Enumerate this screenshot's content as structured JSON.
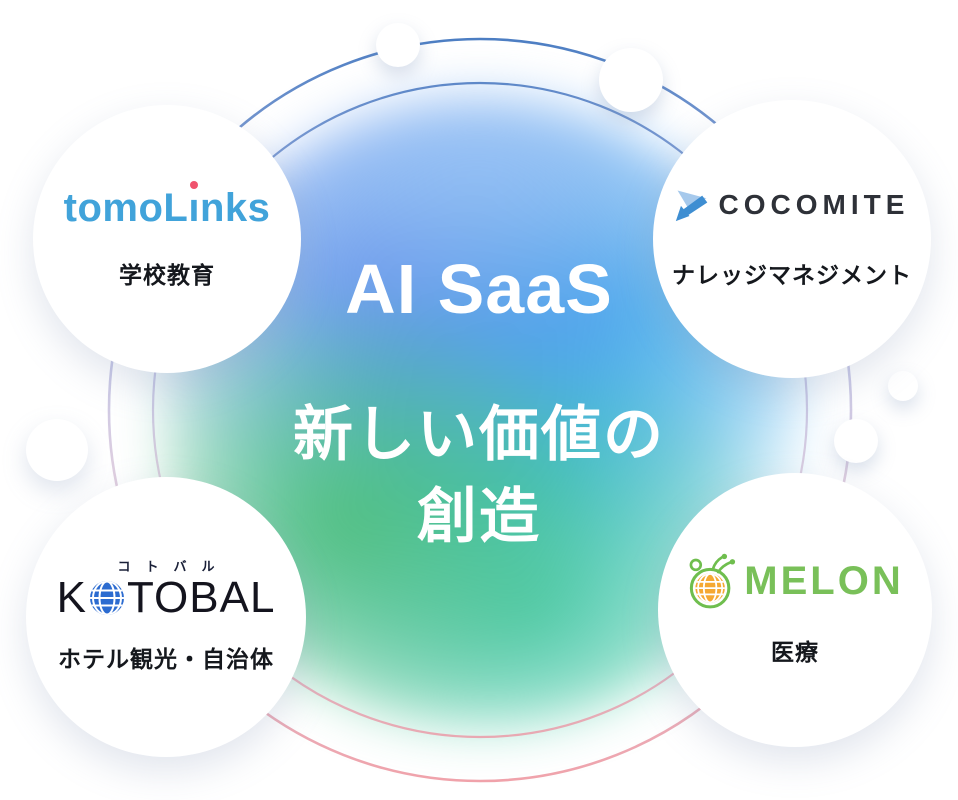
{
  "center": {
    "line1": "AI SaaS",
    "line2": "新しい価値の",
    "line3": "創造"
  },
  "products": {
    "tomolinks": {
      "brand_full": "tomoLinks",
      "brand_pre": "tomoL",
      "brand_i": "ı",
      "brand_post": "nks",
      "brand_color": "#41A3DA",
      "dot_color": "#F0536E",
      "category": "学校教育"
    },
    "cocomite": {
      "brand": "COCOMITE",
      "brand_color": "#2E3138",
      "arrow_light": "#A6C9EC",
      "arrow_dark": "#3E8ED2",
      "category": "ナレッジマネジメント"
    },
    "kotobal": {
      "ruby": "コトバル",
      "brand_k": "K",
      "brand_rest": "TOBAL",
      "globe_color": "#2B6BD0",
      "category": "ホテル観光・自治体"
    },
    "melon": {
      "brand": "MELON",
      "brand_color": "#79C059",
      "globe_color": "#F5A832",
      "stethoscope_color": "#6FBE4E",
      "category": "医療"
    }
  },
  "decor": {
    "ring_top_color": "#3E74BE",
    "ring_middle_color": "#A3A8DA",
    "ring_bottom_color": "#F09CA4",
    "blob_blue": "#48A8EE",
    "blob_teal": "#40C0D4",
    "blob_green": "#50BE7D"
  }
}
